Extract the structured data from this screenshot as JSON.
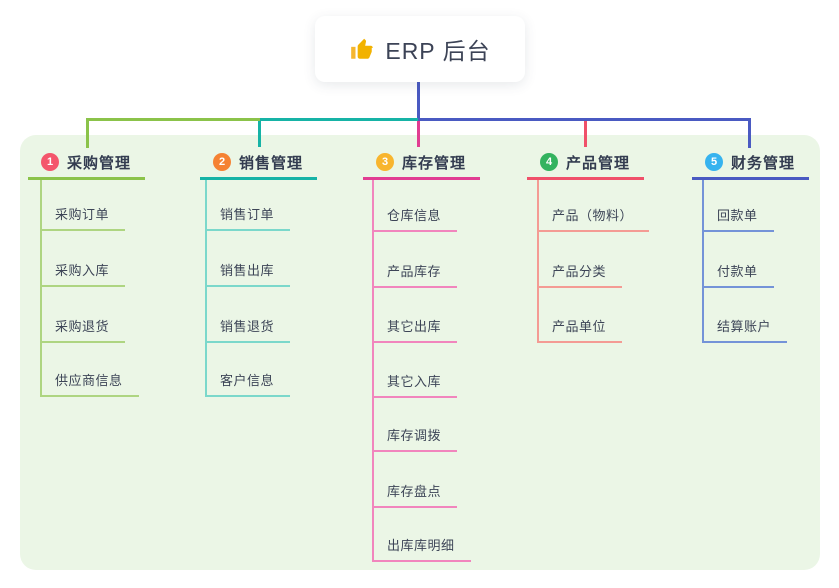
{
  "title": {
    "text": "ERP 后台",
    "icon": "thumbs-up-icon"
  },
  "colors": {
    "page_bg": "#ffffff",
    "panel_bg": "#ebf6e6",
    "title_text": "#3c4356",
    "branch_label_text": "#333c50",
    "item_text": "#3d4557",
    "stem": "#4a5ac2"
  },
  "branches": [
    {
      "badge": "1",
      "label": "采购管理",
      "line_color": "#8bc34a",
      "item_line_color": "#aed581",
      "badge_color": "#f4566c",
      "items": [
        "采购订单",
        "采购入库",
        "采购退货",
        "供应商信息"
      ]
    },
    {
      "badge": "2",
      "label": "销售管理",
      "line_color": "#16b3a6",
      "item_line_color": "#7bd8cb",
      "badge_color": "#f58233",
      "items": [
        "销售订单",
        "销售出库",
        "销售退货",
        "客户信息"
      ]
    },
    {
      "badge": "3",
      "label": "库存管理",
      "line_color": "#e13d92",
      "item_line_color": "#f185bd",
      "badge_color": "#f8b52e",
      "items": [
        "仓库信息",
        "产品库存",
        "其它出库",
        "其它入库",
        "库存调拨",
        "库存盘点",
        "出库库明细"
      ]
    },
    {
      "badge": "4",
      "label": "产品管理",
      "line_color": "#f0506a",
      "item_line_color": "#f49b94",
      "badge_color": "#33b35f",
      "items": [
        "产品（物料）",
        "产品分类",
        "产品单位"
      ]
    },
    {
      "badge": "5",
      "label": "财务管理",
      "line_color": "#4a5ac2",
      "item_line_color": "#7493d8",
      "badge_color": "#36b3ef",
      "items": [
        "回款单",
        "付款单",
        "结算账户"
      ]
    }
  ]
}
